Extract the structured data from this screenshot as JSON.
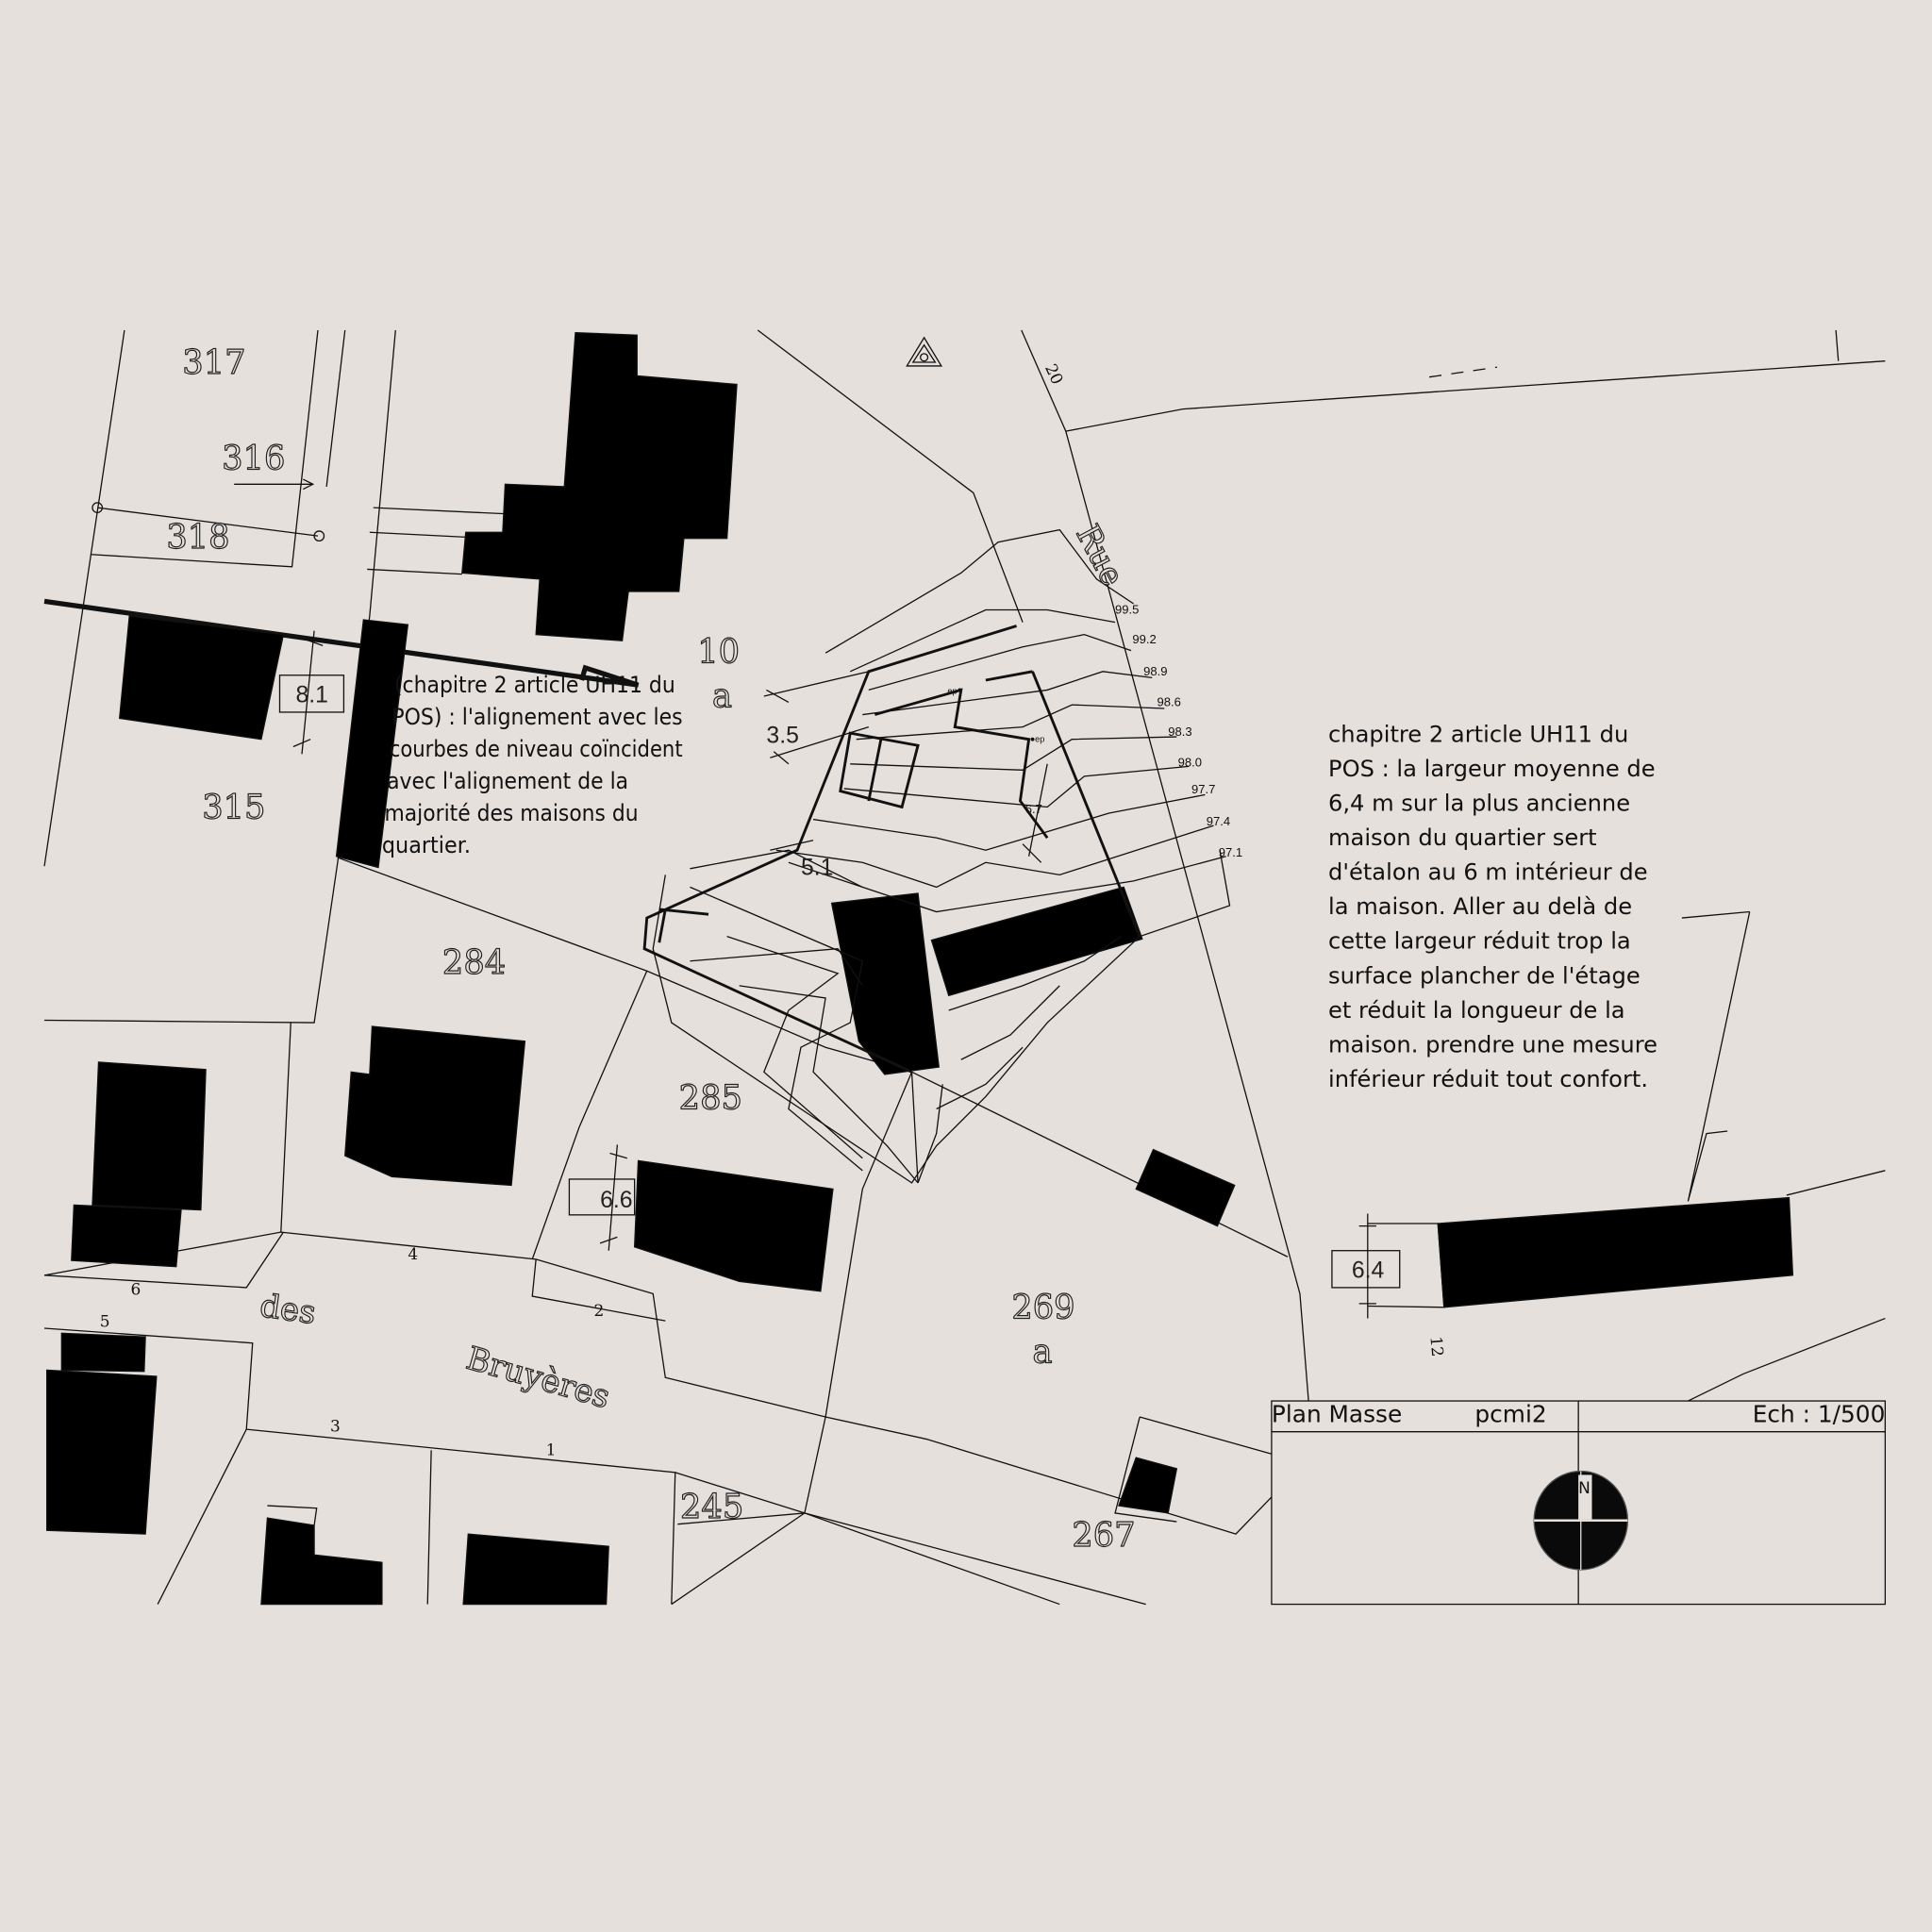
{
  "parcels": {
    "p317": "317",
    "p316": "316",
    "p318": "318",
    "p315": "315",
    "p284": "284",
    "p285": "285",
    "p10": "10",
    "p10_sub": "a",
    "p269": "269",
    "p269_sub": "a",
    "p245": "245",
    "p267": "267"
  },
  "street_numbers": {
    "n6": "6",
    "n4": "4",
    "n5": "5",
    "n2": "2",
    "n3": "3",
    "n1": "1",
    "n20": "20",
    "n12": "12"
  },
  "streets": {
    "des": "des",
    "bruyeres": "Bruyères",
    "rue": "Rue"
  },
  "dimensions": {
    "d81": "8.1",
    "d66": "6.6",
    "d64": "6.4",
    "d35": "3.5",
    "d51": "5.1",
    "d67": "6.7",
    "ep1": "ep",
    "ep2": "ep"
  },
  "contours": [
    "99.5",
    "99.2",
    "98.9",
    "98.6",
    "98.3",
    "98.0",
    "97.7",
    "97.4",
    "97.1"
  ],
  "note_left": [
    "(chapitre 2 article UH11 du",
    "POS)  : l'alignement avec les",
    "courbes de niveau coïncident",
    "avec l'alignement de la",
    "majorité des maisons du",
    "quartier."
  ],
  "note_right": [
    "chapitre 2 article UH11 du",
    "POS : la largeur moyenne de",
    "6,4 m sur la plus ancienne",
    "maison du quartier sert",
    "d'étalon au 6 m intérieur de",
    "la maison. Aller au delà de",
    "cette largeur réduit trop la",
    "surface plancher de l'étage",
    "et réduit la longueur de la",
    "maison. prendre une mesure",
    "inférieur réduit tout confort."
  ],
  "title_block": {
    "name": "Plan Masse",
    "code": "pcmi2",
    "scale": "Ech : 1/500",
    "north": "N"
  },
  "colors": {
    "background": "#e6e0dc",
    "ink": "#111111"
  }
}
